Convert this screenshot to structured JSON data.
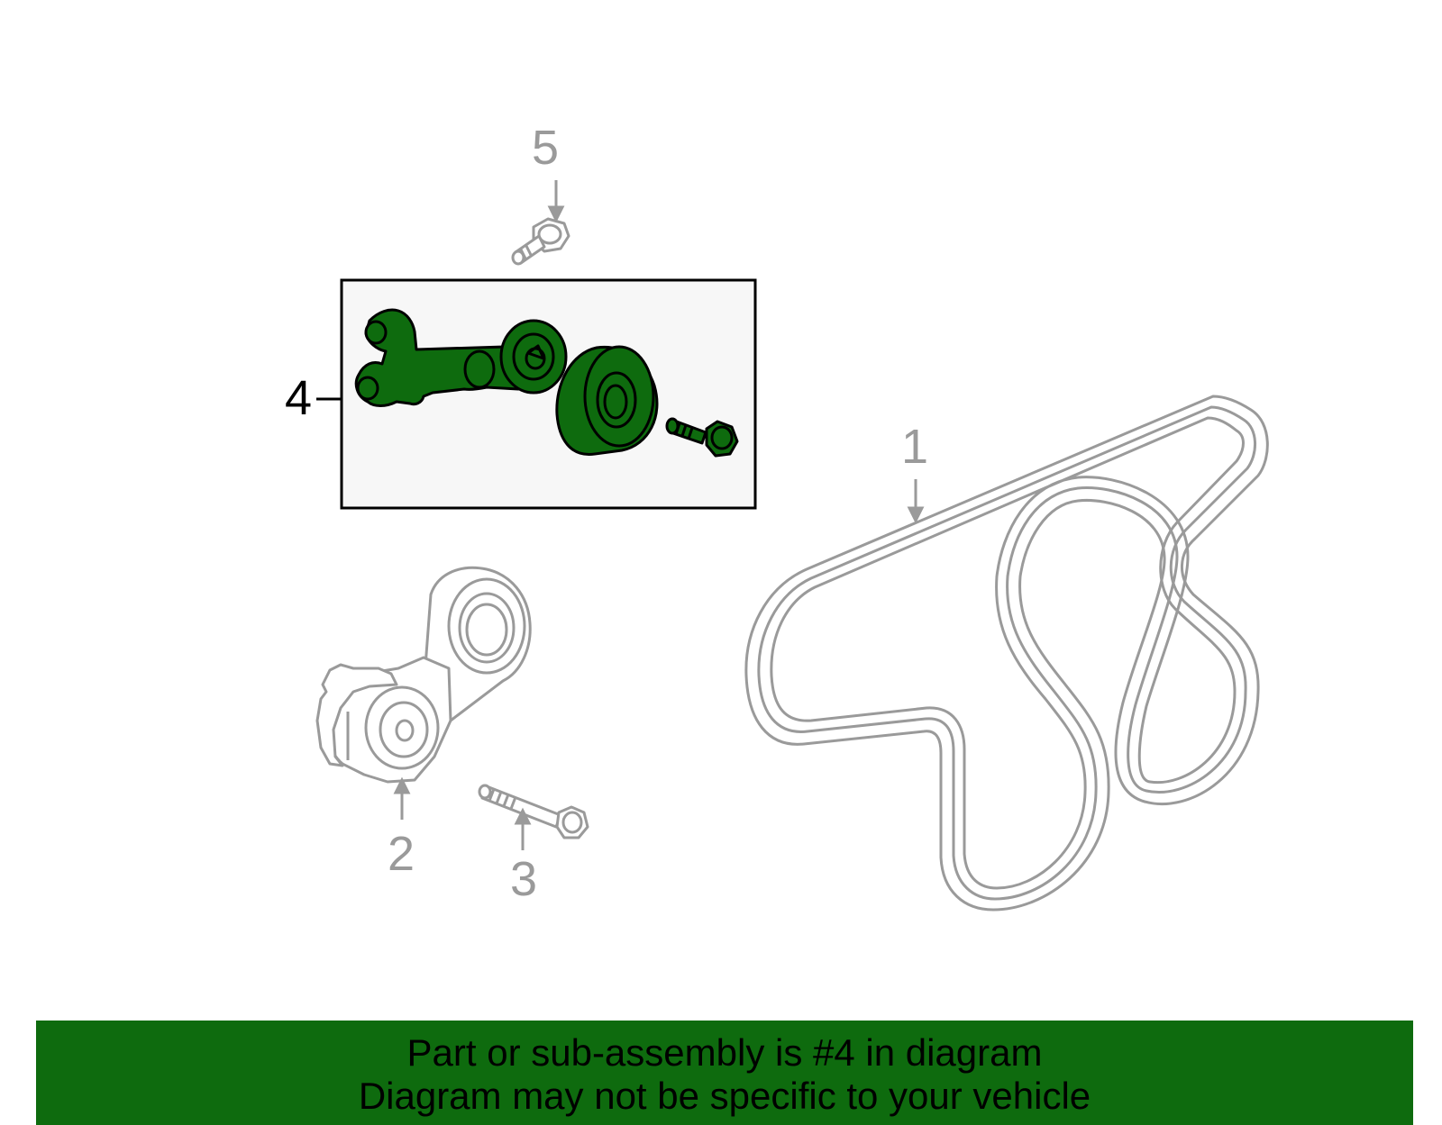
{
  "callouts": {
    "c1": "1",
    "c2": "2",
    "c3": "3",
    "c4": "4",
    "c5": "5"
  },
  "banner": {
    "line1": "Part or sub-assembly is #4 in diagram",
    "line2": "Diagram may not be specific to your vehicle"
  },
  "colors": {
    "highlight_fill": "#0e6b0e",
    "highlight_box": "#f7f7f7",
    "part_stroke": "#9a9a9a",
    "banner_bg": "#0e6b0e"
  }
}
